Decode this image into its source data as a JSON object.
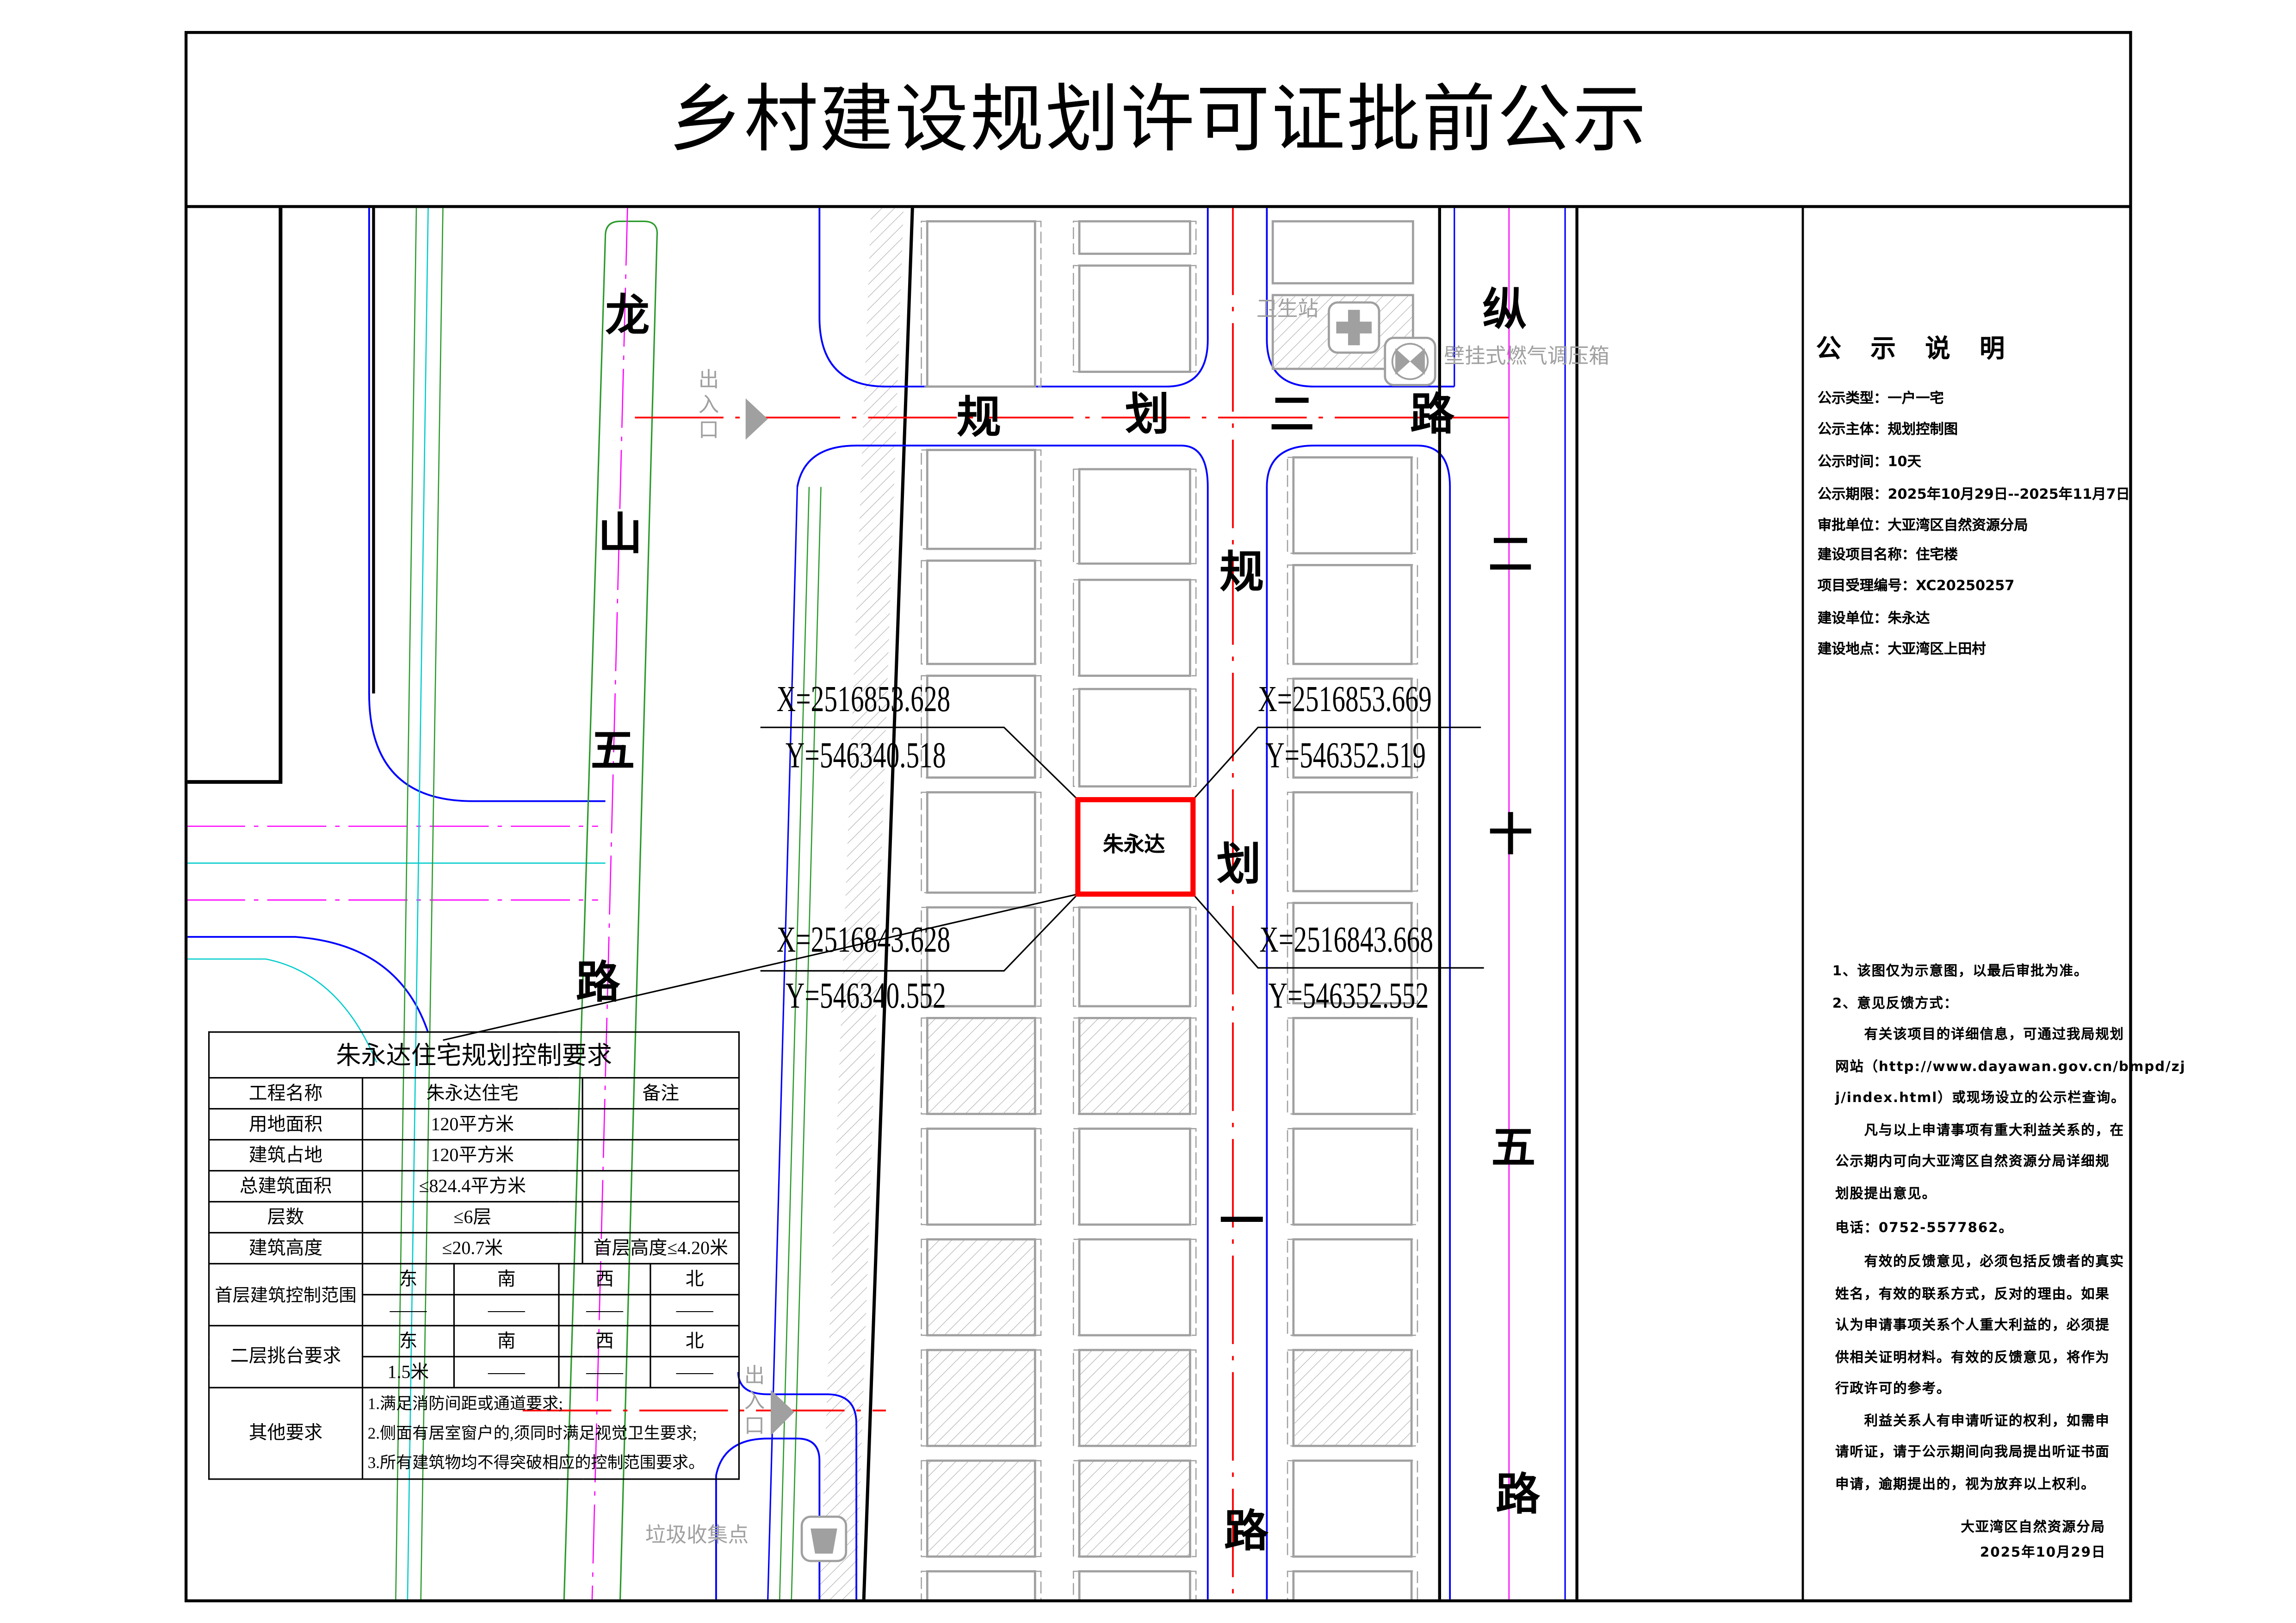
{
  "title": "乡村建设规划许可证批前公示",
  "map": {
    "roads": {
      "longshan": [
        "龙",
        "山",
        "五",
        "路"
      ],
      "guihua_er": [
        "规",
        "划",
        "二",
        "路"
      ],
      "guihua_yi": [
        "规",
        "划",
        "一",
        "路"
      ],
      "zong": [
        "纵",
        "二",
        "十",
        "五",
        "路"
      ]
    },
    "entrance_label": [
      "出",
      "入",
      "口"
    ],
    "health_station": "卫生站",
    "gas_box": "壁挂式燃气调压箱",
    "garbage": "垃圾收集点",
    "plot_owner": "朱永达",
    "coords": {
      "nw_x": "X=2516853.628",
      "nw_y": "Y=546340.518",
      "ne_x": "X=2516853.669",
      "ne_y": "Y=546352.519",
      "sw_x": "X=2516843.628",
      "sw_y": "Y=546340.552",
      "se_x": "X=2516843.668",
      "se_y": "Y=546352.552"
    },
    "colors": {
      "plot": "#ff0000",
      "road_center": "#ff0000",
      "road_edge": "#0000ff",
      "boundary": "#ff00ff",
      "building": "#a0a0a0"
    }
  },
  "table": {
    "title": "朱永达住宅规划控制要求",
    "rows": [
      {
        "label": "工程名称",
        "value": "朱永达住宅",
        "note": "备注"
      },
      {
        "label": "用地面积",
        "value": "120平方米",
        "note": ""
      },
      {
        "label": "建筑占地",
        "value": "120平方米",
        "note": ""
      },
      {
        "label": "总建筑面积",
        "value": "≤824.4平方米",
        "note": ""
      },
      {
        "label": "层数",
        "value": "≤6层",
        "note": ""
      },
      {
        "label": "建筑高度",
        "value": "≤20.7米",
        "note": "首层高度≤4.20米"
      }
    ],
    "first_floor": {
      "label": "首层建筑控制范围",
      "dirs": [
        "东",
        "南",
        "西",
        "北"
      ],
      "values": [
        "——",
        "——",
        "——",
        "——"
      ]
    },
    "second_floor": {
      "label": "二层挑台要求",
      "dirs": [
        "东",
        "南",
        "西",
        "北"
      ],
      "values": [
        "1.5米",
        "——",
        "——",
        "——"
      ]
    },
    "other": {
      "label": "其他要求",
      "items": [
        "1.满足消防间距或通道要求;",
        "2.侧面有居室窗户的,须同时满足视觉卫生要求;",
        "3.所有建筑物均不得突破相应的控制范围要求。"
      ]
    }
  },
  "panel": {
    "heading": "公 示 说 明",
    "info": [
      "公示类型：一户一宅",
      "公示主体：规划控制图",
      "公示时间：10天",
      "公示期限：2025年10月29日--2025年11月7日",
      "审批单位：大亚湾区自然资源分局",
      "建设项目名称：住宅楼",
      "项目受理编号：XC20250257",
      "建设单位：朱永达",
      "建设地点：大亚湾区上田村"
    ],
    "notes": [
      "1、该图仅为示意图，以最后审批为准。",
      "2、意见反馈方式：",
      "　　有关该项目的详细信息，可通过我局规划",
      "网站（http://www.dayawan.gov.cn/bmpd/zj",
      "j/index.html）或现场设立的公示栏查询。",
      "　　凡与以上申请事项有重大利益关系的，在",
      "公示期内可向大亚湾区自然资源分局详细规",
      "划股提出意见。",
      "电话：0752-5577862。",
      "　　有效的反馈意见，必须包括反馈者的真实",
      "姓名，有效的联系方式，反对的理由。如果",
      "认为申请事项关系个人重大利益的，必须提",
      "供相关证明材料。有效的反馈意见，将作为",
      "行政许可的参考。",
      "　　利益关系人有申请听证的权利，如需申",
      "请听证，请于公示期间向我局提出听证书面",
      "申请，逾期提出的，视为放弃以上权利。"
    ],
    "signature": "大亚湾区自然资源分局",
    "date": "2025年10月29日"
  }
}
